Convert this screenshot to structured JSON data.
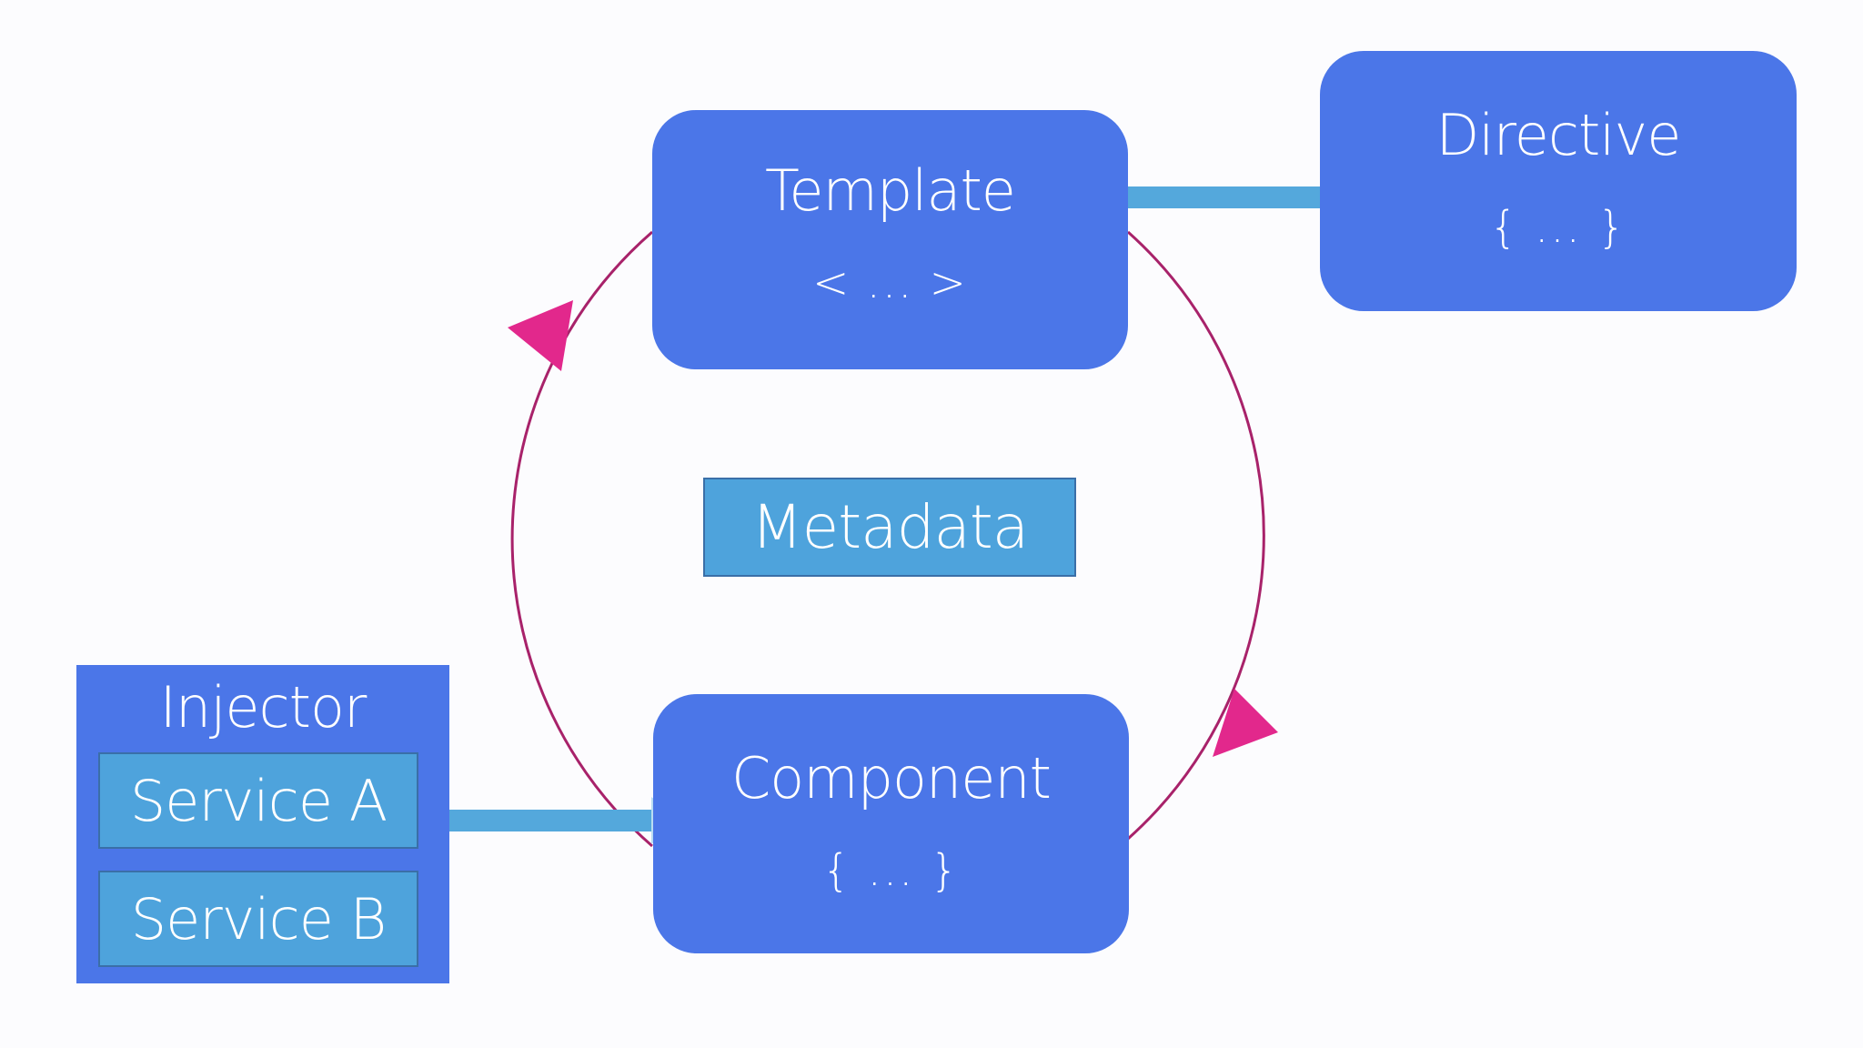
{
  "template": {
    "title": "Template",
    "code": "< ... >"
  },
  "directive": {
    "title": "Directive",
    "code": "{ ... }"
  },
  "component": {
    "title": "Component",
    "code": "{ ... }"
  },
  "metadata": {
    "label": "Metadata"
  },
  "injector": {
    "title": "Injector",
    "services": [
      "Service A",
      "Service B"
    ]
  },
  "colors": {
    "node": "#4b76e8",
    "light_box": "#4ea3dc",
    "cycle_line": "#a8226a",
    "cycle_arrowhead": "#e2288c",
    "connector_arrow": "#54a8dc",
    "background": "#fcfcfe"
  }
}
